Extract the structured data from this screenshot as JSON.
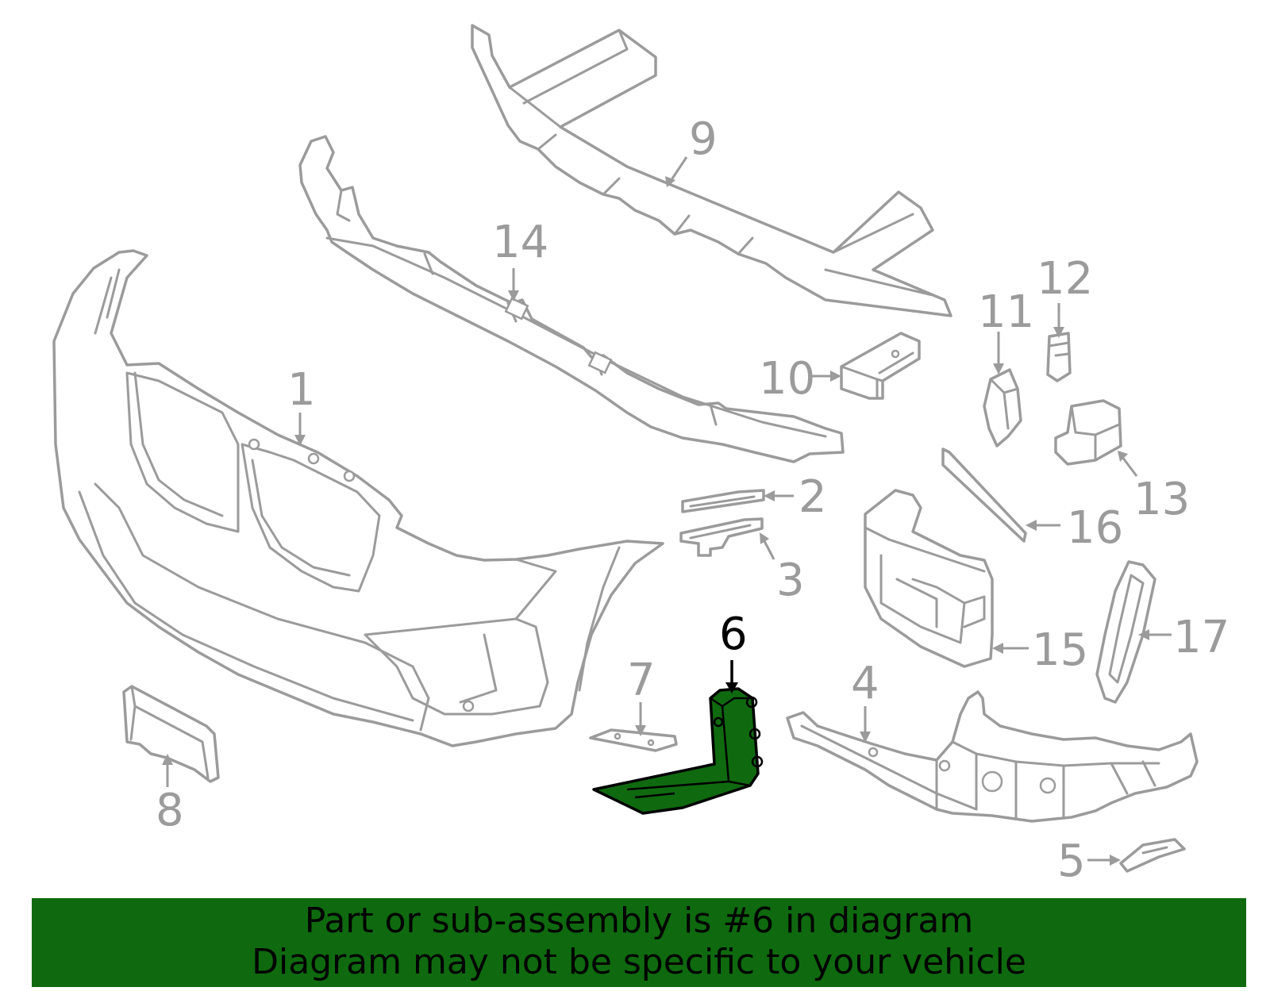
{
  "callouts": {
    "c1": "1",
    "c2": "2",
    "c3": "3",
    "c4": "4",
    "c5": "5",
    "c6": "6",
    "c7": "7",
    "c8": "8",
    "c9": "9",
    "c10": "10",
    "c11": "11",
    "c12": "12",
    "c13": "13",
    "c14": "14",
    "c15": "15",
    "c16": "16",
    "c17": "17"
  },
  "highlighted_part": "6",
  "banner": {
    "line1": "Part or sub-assembly is #6 in diagram",
    "line2": "Diagram may not be specific to your vehicle"
  },
  "colors": {
    "highlight": "#0f6a0f",
    "outline": "#9b9b9b",
    "highlight_outline": "#000000",
    "banner_background": "#0f6a0f",
    "banner_text": "#000000"
  }
}
